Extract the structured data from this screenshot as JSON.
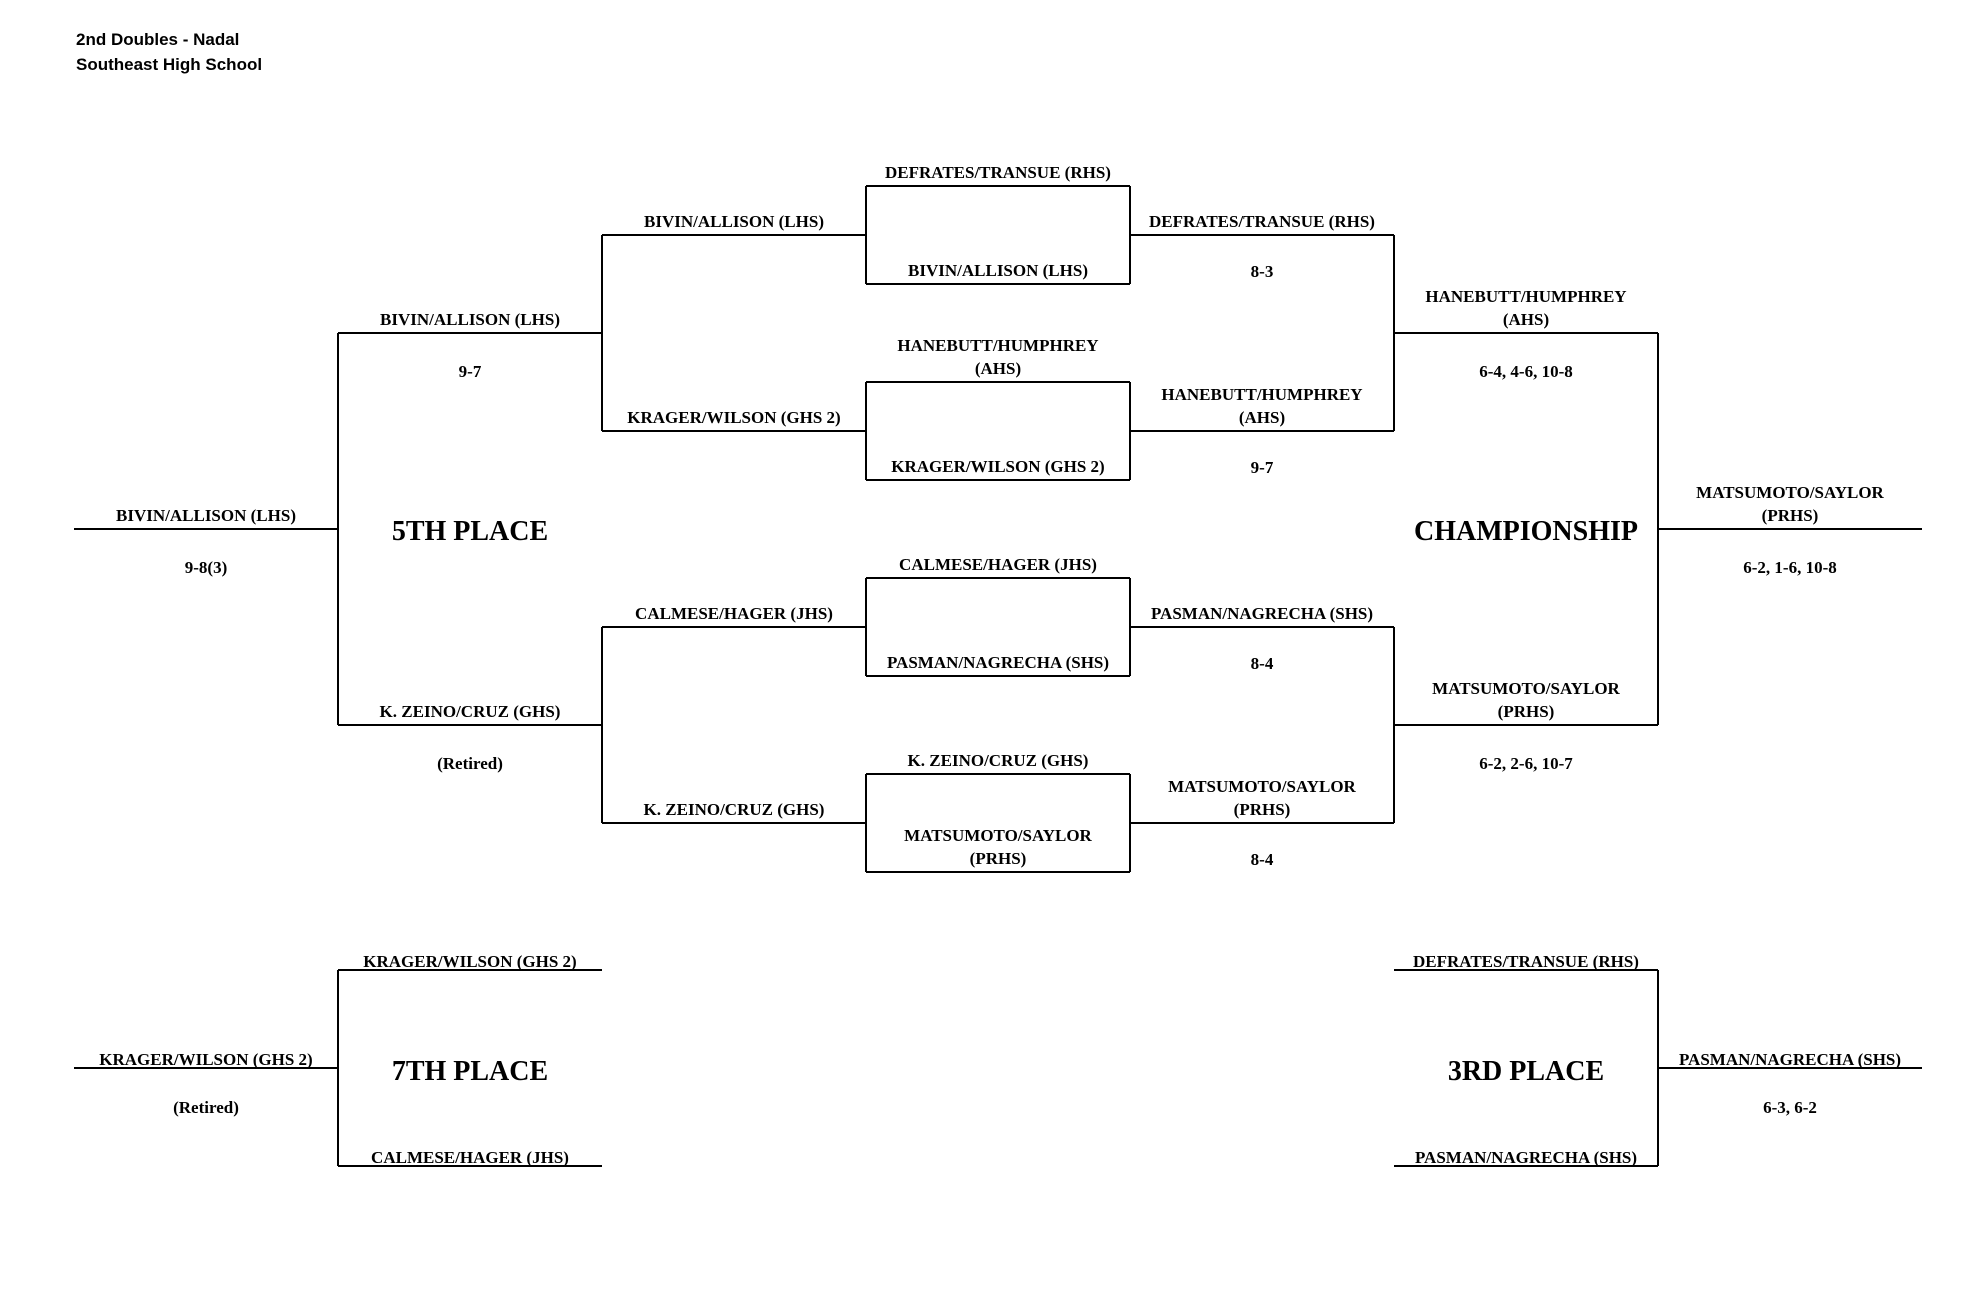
{
  "header": {
    "event": "2nd Doubles - Nadal",
    "venue": "Southeast High School"
  },
  "section_titles": [
    "5TH PLACE",
    "CHAMPIONSHIP",
    "7TH PLACE",
    "3RD PLACE"
  ],
  "teams": [
    [
      "DEFRATES/TRANSUE (RHS)"
    ],
    [
      "BIVIN/ALLISON (LHS)"
    ],
    [
      "HANEBUTT/HUMPHREY",
      "(AHS)"
    ],
    [
      "KRAGER/WILSON (GHS 2)"
    ],
    [
      "CALMESE/HAGER (JHS)"
    ],
    [
      "PASMAN/NAGRECHA (SHS)"
    ],
    [
      "K. ZEINO/CRUZ (GHS)"
    ],
    [
      "MATSUMOTO/SAYLOR",
      "(PRHS)"
    ],
    [
      "DEFRATES/TRANSUE (RHS)"
    ],
    [
      "HANEBUTT/HUMPHREY",
      "(AHS)"
    ],
    [
      "PASMAN/NAGRECHA (SHS)"
    ],
    [
      "MATSUMOTO/SAYLOR",
      "(PRHS)"
    ],
    [
      "HANEBUTT/HUMPHREY",
      "(AHS)"
    ],
    [
      "MATSUMOTO/SAYLOR",
      "(PRHS)"
    ],
    [
      "MATSUMOTO/SAYLOR",
      "(PRHS)"
    ],
    [
      "BIVIN/ALLISON (LHS)"
    ],
    [
      "KRAGER/WILSON (GHS 2)"
    ],
    [
      "CALMESE/HAGER (JHS)"
    ],
    [
      "K. ZEINO/CRUZ (GHS)"
    ],
    [
      "BIVIN/ALLISON (LHS)"
    ],
    [
      "K. ZEINO/CRUZ (GHS)"
    ],
    [
      "BIVIN/ALLISON (LHS)"
    ],
    [
      "KRAGER/WILSON (GHS 2)"
    ],
    [
      "CALMESE/HAGER (JHS)"
    ],
    [
      "KRAGER/WILSON (GHS 2)"
    ],
    [
      "DEFRATES/TRANSUE (RHS)"
    ],
    [
      "PASMAN/NAGRECHA (SHS)"
    ],
    [
      "PASMAN/NAGRECHA (SHS)"
    ]
  ],
  "scores": [
    "8-3",
    "9-7",
    "8-4",
    "8-4",
    "6-4, 4-6, 10-8",
    "6-2, 2-6, 10-7",
    "6-2, 1-6, 10-8",
    "9-7",
    "(Retired)",
    "9-8(3)",
    "(Retired)",
    "6-3, 6-2"
  ]
}
